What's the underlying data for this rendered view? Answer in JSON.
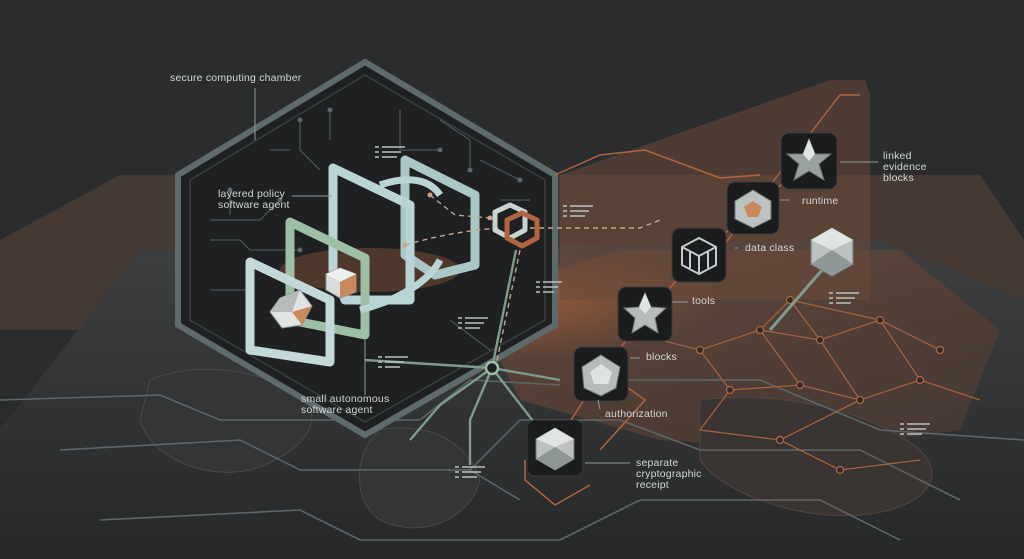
{
  "labels": {
    "secure_chamber": "secure computing chamber",
    "layered_agent": "layered policy\nsoftware agent",
    "small_agent": "small autonomous\nsoftware agent",
    "linked_blocks": "linked\nevidence\nblocks",
    "runtime": "runtime",
    "data_class": "data class",
    "tools": "tools",
    "blocks": "blocks",
    "authorization": "authorization",
    "receipt": "separate\ncryptographic\nreceipt"
  },
  "colors": {
    "background": "#2a2c2e",
    "chamber_fill": "#1e2022",
    "chamber_stroke": "#5f6b6b",
    "frame_light": "#b9d4d4",
    "frame_green": "#9dbfa6",
    "copper": "#b0653f",
    "node_tile": "#1b1c1e",
    "label_text": "#d3d7d6"
  },
  "icons": {
    "chain_link": "chain-link-icon",
    "runtime": "star-polyhedron-icon",
    "data_class": "dodecahedron-icon",
    "tools": "cube-network-icon",
    "blocks": "star-icon",
    "authorization": "polyhedron-icon",
    "receipt": "icosahedron-icon",
    "linked_blocks": "icosahedron-icon"
  }
}
